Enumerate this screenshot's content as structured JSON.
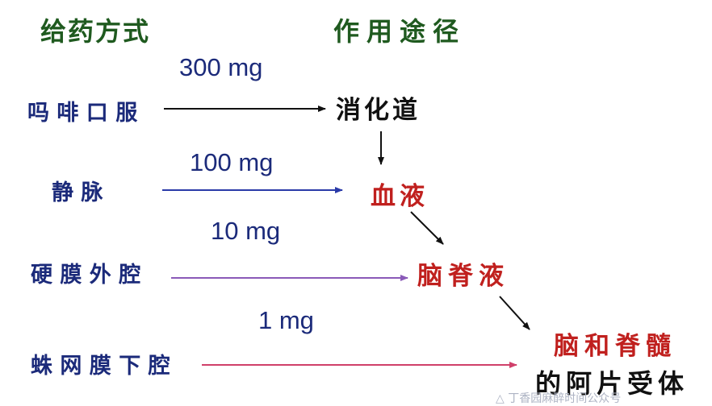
{
  "headers": {
    "method": "给药方式",
    "pathway": "作用途径"
  },
  "routes": [
    {
      "label": "吗 啡 口  服",
      "dose": "300 mg",
      "color": "#111111"
    },
    {
      "label": "静  脉",
      "dose": "100 mg",
      "color": "#2a3aa8"
    },
    {
      "label": "硬 膜 外 腔",
      "dose": "10 mg",
      "color": "#8a5ab8"
    },
    {
      "label": "蛛 网 膜 下 腔",
      "dose": "1 mg",
      "color": "#d0406a"
    }
  ],
  "targets": {
    "gi": "消化道",
    "blood": "血液",
    "csf": "脑脊液",
    "receptor_line1": "脑和脊髓",
    "receptor_line2": "的阿片受体"
  },
  "watermark": "△ 丁香园麻醉时间公众号"
}
